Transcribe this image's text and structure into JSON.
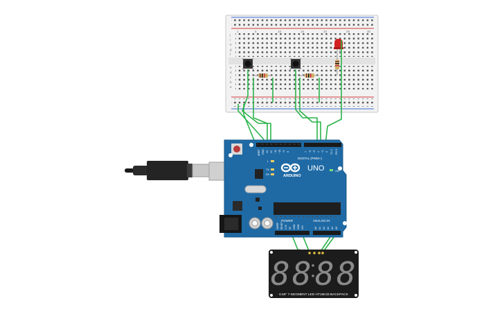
{
  "breadboard": {
    "row_letters_top": [
      "j",
      "i",
      "h",
      "g",
      "f"
    ],
    "row_letters_bottom": [
      "e",
      "d",
      "c",
      "b",
      "a"
    ],
    "column_numbers": [
      "1",
      "5",
      "10",
      "15",
      "20",
      "25",
      "30"
    ]
  },
  "arduino": {
    "logo_text": "ARDUINO",
    "model_text": "UNO",
    "header_digital": "DIGITAL (PWM~)",
    "header_power": "POWER",
    "header_analog": "ANALOG IN",
    "pin_labels_top": [
      "AREF",
      "GND",
      "13",
      "12",
      "~11",
      "~10",
      "~9",
      "8",
      "7",
      "~6",
      "~5",
      "4",
      "~3",
      "2",
      "TX 1",
      "RX 0"
    ],
    "pin_labels_power": [
      "IOREF",
      "RESET",
      "3.3V",
      "5V",
      "GND",
      "GND",
      "VIN"
    ],
    "pin_labels_analog": [
      "A0",
      "A1",
      "A2",
      "A3",
      "A4",
      "A5"
    ],
    "led_labels": [
      "L",
      "TX",
      "RX"
    ],
    "on_label": "ON"
  },
  "display": {
    "digits": [
      "8",
      "8",
      "8",
      "8"
    ],
    "caption": "0.56\" 7-SEGMENT LED HT16K33 BACKPACK"
  },
  "colors": {
    "wire": "#2bb34a",
    "board": "#1f6aa5",
    "breadboard": "#f2f2f2",
    "led": "#d32121",
    "display_bg": "#1c1c1c"
  }
}
